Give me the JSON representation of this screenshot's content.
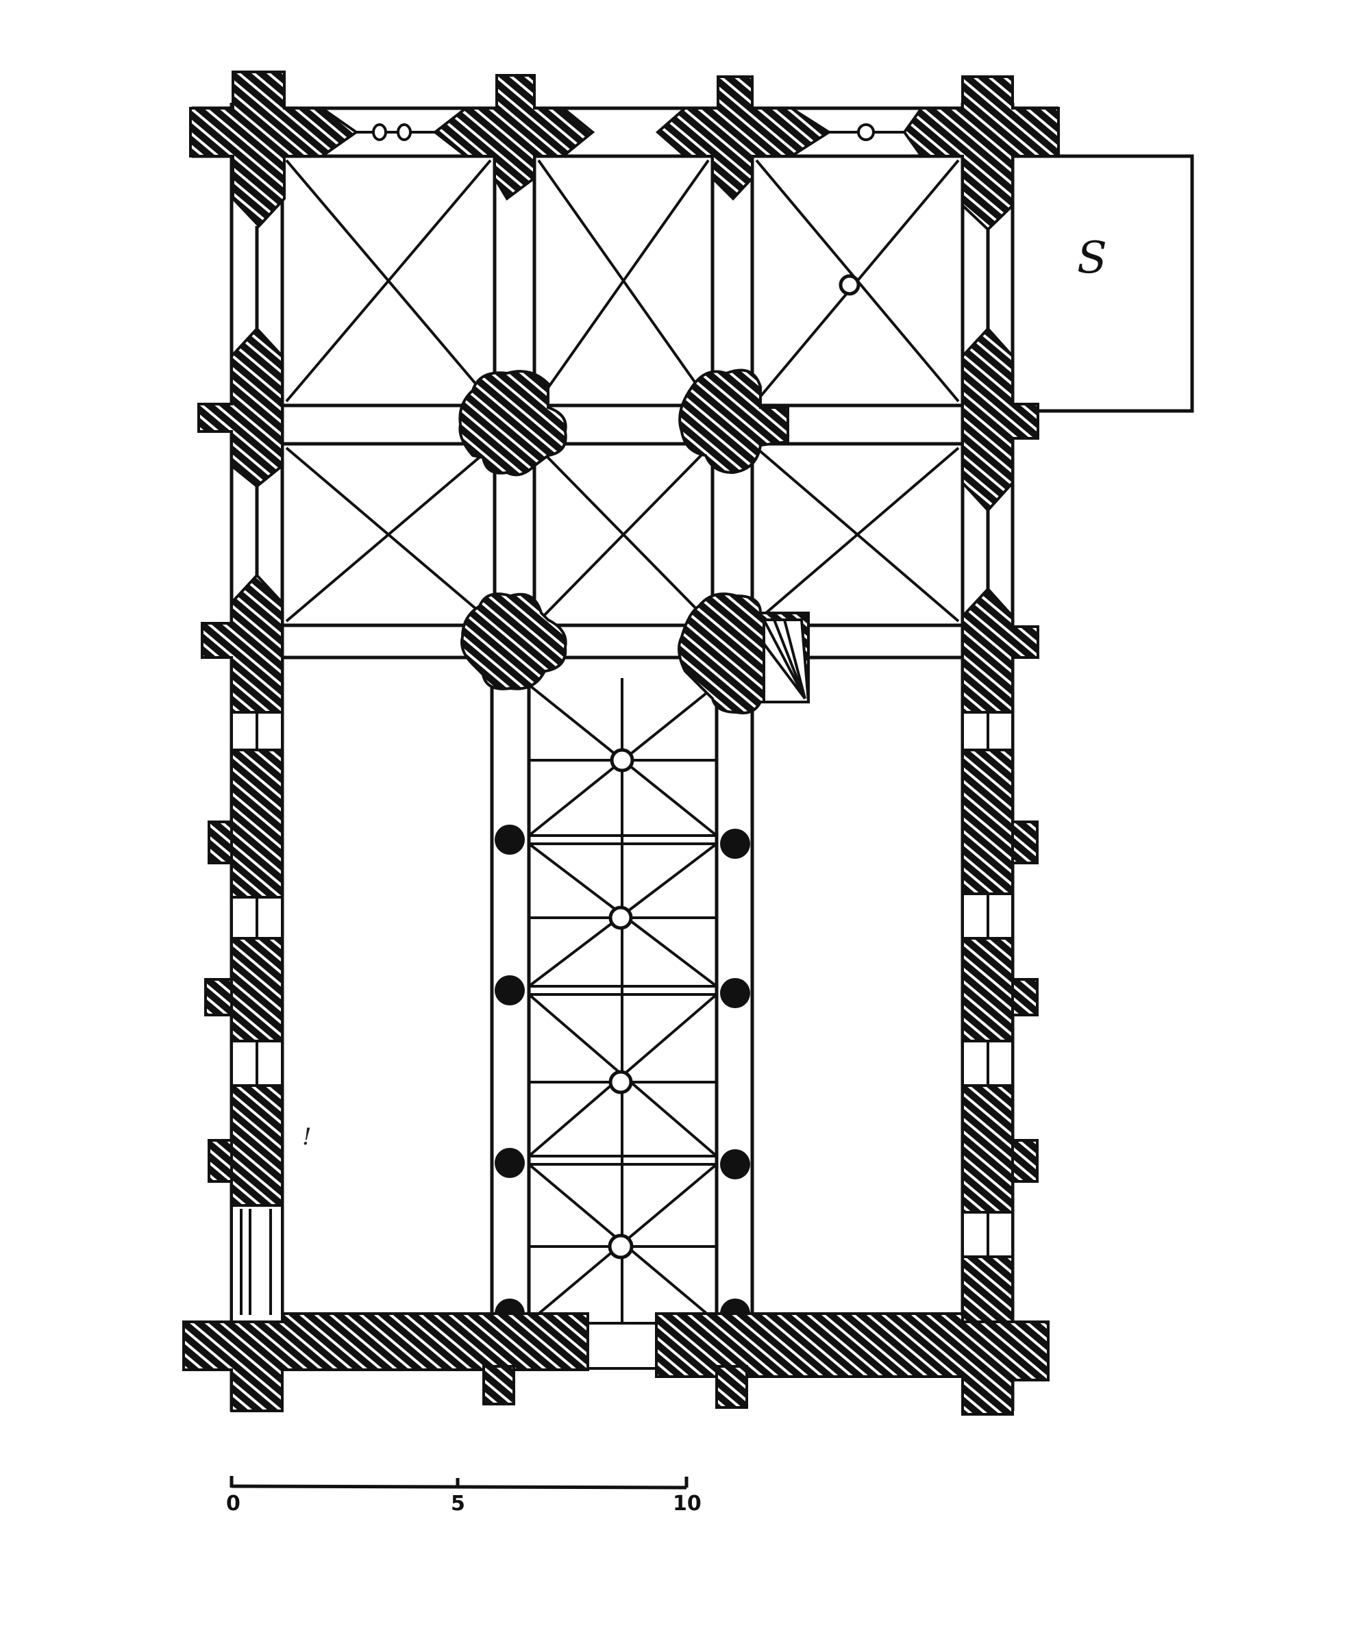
{
  "diagram": {
    "type": "architectural floor plan",
    "colors": {
      "ink": "#111111",
      "paper": "#ffffff"
    },
    "annex": {
      "label": "S"
    },
    "marginal_mark": "!",
    "scale_bar": {
      "ticks": [
        "0",
        "5",
        "10"
      ]
    },
    "structure": {
      "east_vault_bays_across": 3,
      "east_vault_bays_deep": 2,
      "nave_bays": 4,
      "nave_bosses": 4,
      "side_wall_windows_each_side": 4,
      "west_door": 1
    }
  }
}
